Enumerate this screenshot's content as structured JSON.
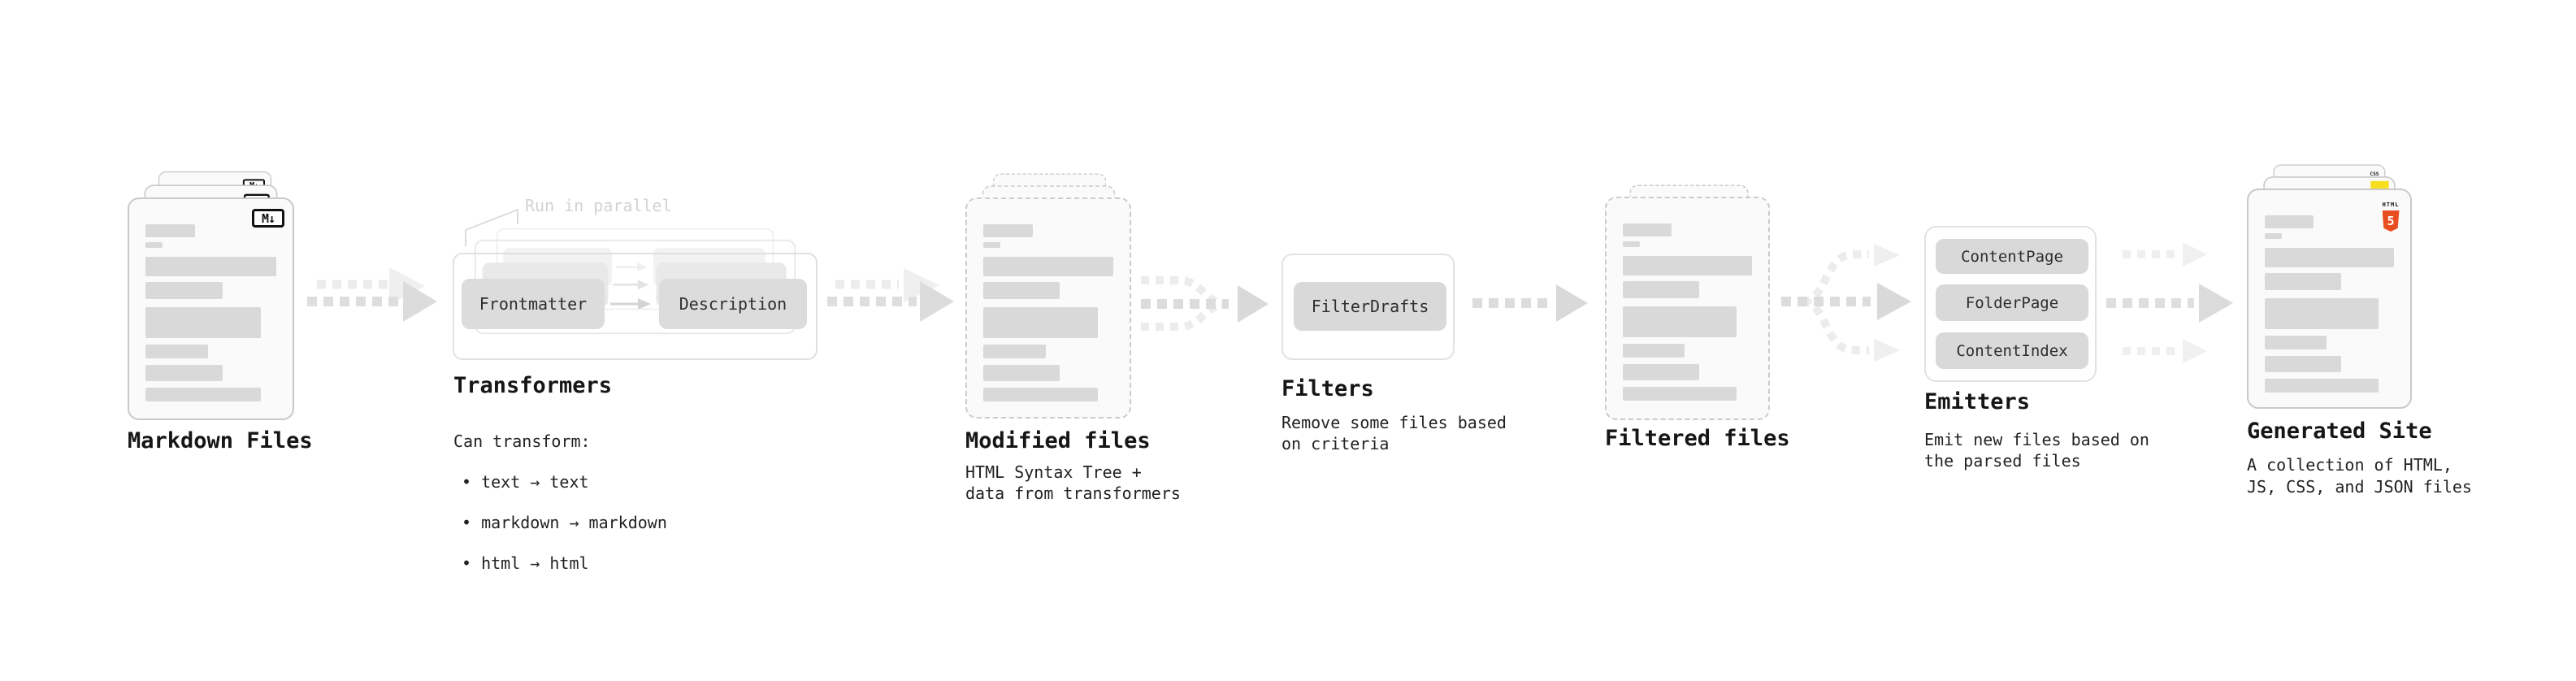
{
  "stages": {
    "markdown": {
      "title": "Markdown Files",
      "badge": "M↓"
    },
    "transformers": {
      "title": "Transformers",
      "note": "Run in parallel",
      "box_left": "Frontmatter",
      "box_right": "Description",
      "desc_heading": "Can transform:",
      "desc_items": [
        "• text → text",
        "• markdown → markdown",
        "• html → html"
      ]
    },
    "modified": {
      "title": "Modified files",
      "desc": "HTML Syntax Tree +\ndata from transformers"
    },
    "filters": {
      "title": "Filters",
      "box": "FilterDrafts",
      "desc": "Remove some files based\non criteria"
    },
    "filtered": {
      "title": "Filtered files"
    },
    "emitters": {
      "title": "Emitters",
      "boxes": [
        "ContentPage",
        "FolderPage",
        "ContentIndex"
      ],
      "desc": "Emit new files based on\nthe parsed files"
    },
    "generated": {
      "title": "Generated Site",
      "desc": "A collection of HTML,\nJS, CSS, and JSON files",
      "css_badge": "CSS",
      "html_badge_word": "HTML",
      "html_badge_number": "5"
    }
  },
  "colors": {
    "html5_orange": "#e84e1f",
    "js_yellow": "#f7df1e",
    "css_blue": "#2563eb",
    "arrow_gray": "#d9d9d9",
    "arrow_light_gray": "#ececec",
    "skeleton_gray": "#d9d9d9",
    "note_gray": "#d2d2d2"
  }
}
